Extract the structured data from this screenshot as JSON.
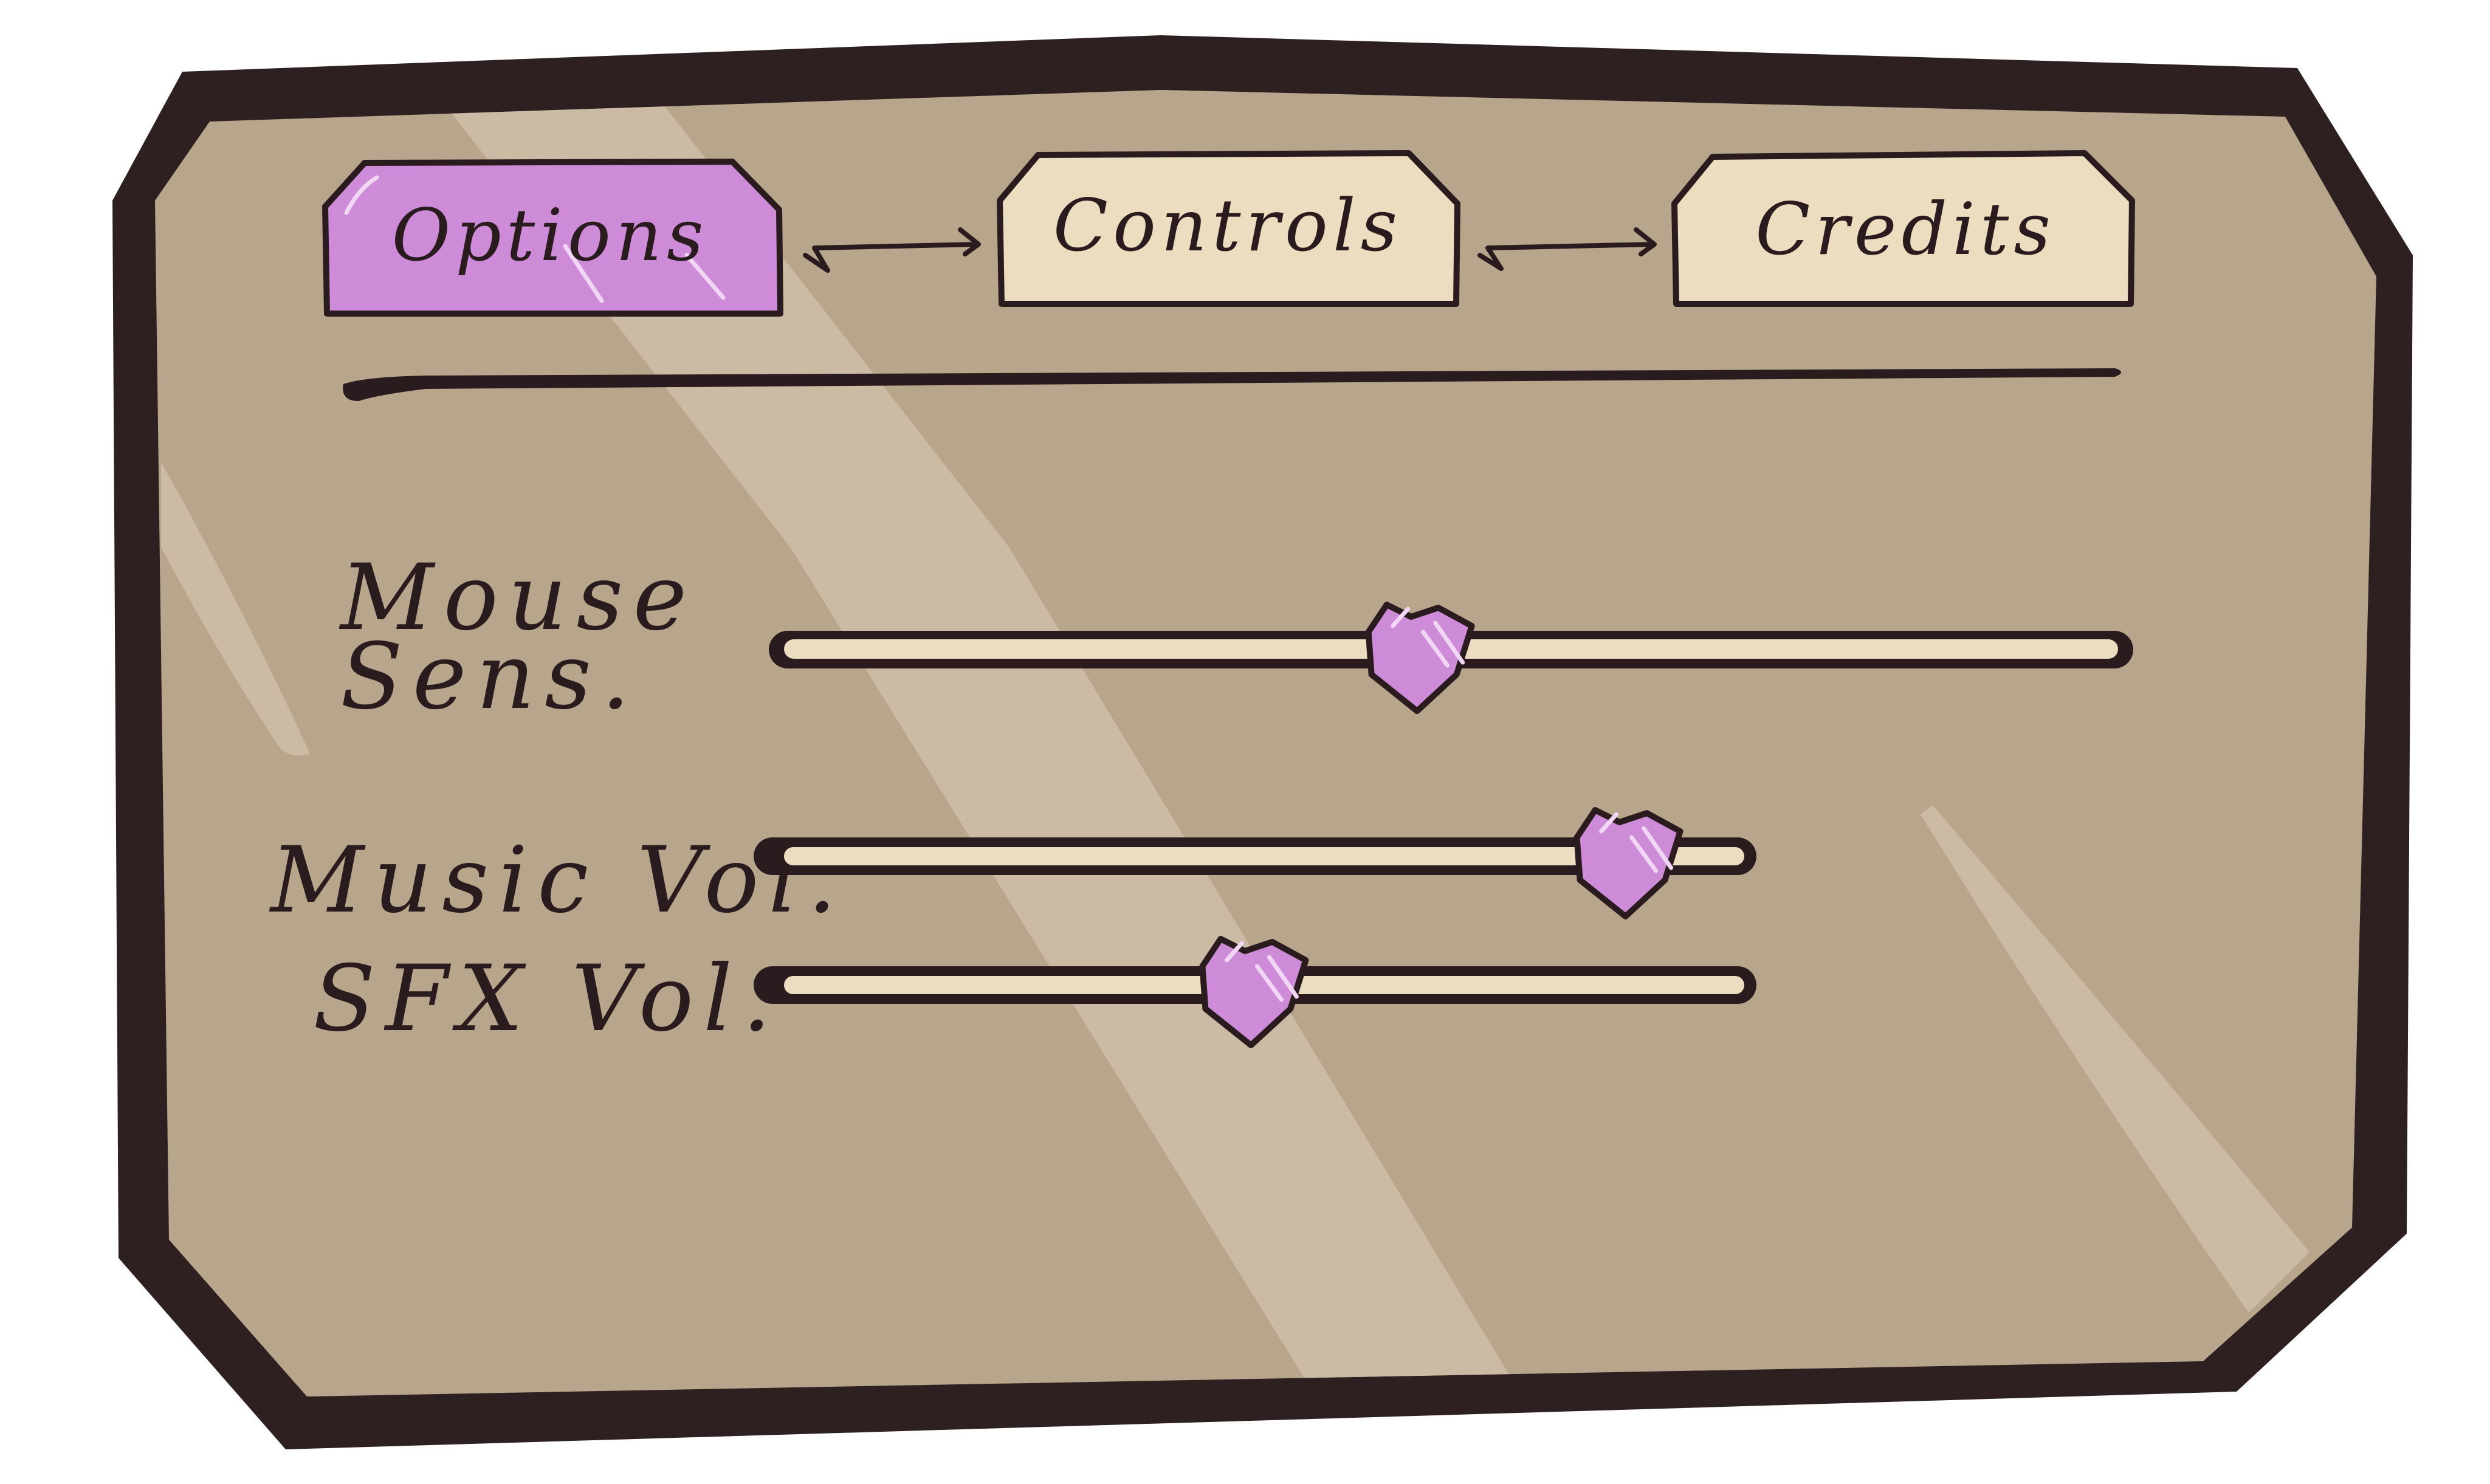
{
  "menu": {
    "tabs": [
      {
        "label": "Options",
        "active": true
      },
      {
        "label": "Controls",
        "active": false
      },
      {
        "label": "Credits",
        "active": false
      }
    ]
  },
  "settings": {
    "mouse_sens": {
      "label_line1": "Mouse",
      "label_line2": "Sens.",
      "value": 0.47
    },
    "music_vol": {
      "label": "Music Vol.",
      "value": 0.87
    },
    "sfx_vol": {
      "label": "SFX Vol.",
      "value": 0.48
    }
  },
  "colors": {
    "panel_fill": "#b8a68c",
    "panel_border": "#2e2021",
    "tab_active": "#cd8bd8",
    "tab_inactive": "#ecdcc0",
    "slider_track": "#ecdcc0",
    "heart_knob": "#cd8bd8",
    "ink": "#2a1c1e",
    "glare": "#cbbba5"
  },
  "icons": {
    "slider_knob": "heart-icon",
    "tab_connector": "arrow-right-icon"
  }
}
